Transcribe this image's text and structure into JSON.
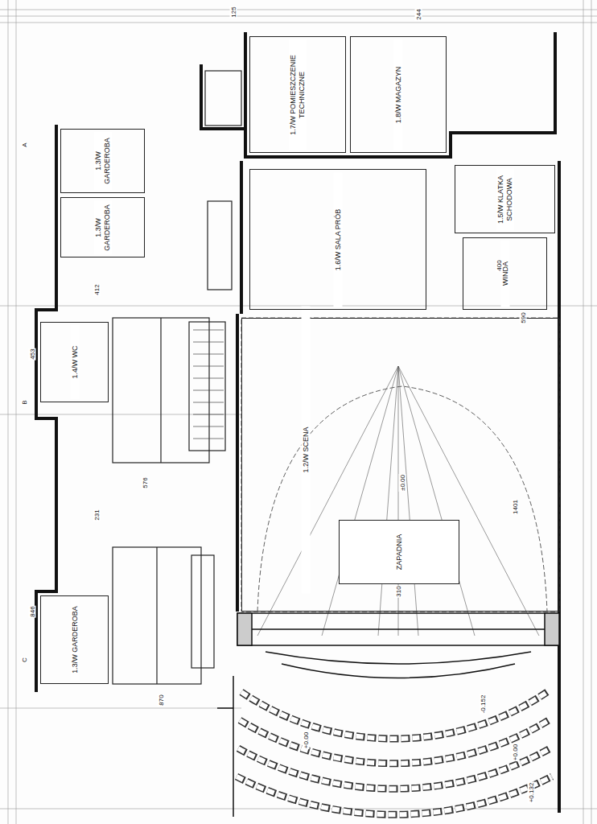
{
  "diagram": {
    "nodes": [
      {
        "text": [
          "1.7/W POMIESZCZENIE TECHNICZNE"
        ]
      },
      {
        "text": [
          "1.8/W MAGAZYN"
        ]
      },
      {
        "text": [
          "1.2/W SCENA"
        ]
      },
      {
        "text": [
          "ZAPADNIA"
        ],
        "in": 2
      },
      {
        "text": [
          "1.6/W SALA PRÓB"
        ]
      },
      {
        "text": [
          "1.5/W KLATKA SCHODOWA"
        ]
      },
      {
        "text": [
          "WINDA"
        ]
      },
      {
        "text": [
          "1.3/W GARDEROBA"
        ]
      },
      {
        "text": [
          "1.3/W GARDEROBA"
        ]
      },
      {
        "text": [
          "1.4/W WC"
        ]
      },
      {
        "text": [
          "1.3/W GARDEROBA"
        ]
      }
    ],
    "labels": [
      "+0.00",
      "+0.00",
      "+0.132",
      "-0.152",
      "±0.00",
      "125",
      "244",
      "400",
      "310",
      "590",
      "1401",
      "453",
      "846",
      "231",
      "576",
      "412",
      "870",
      "A",
      "B",
      "C"
    ]
  }
}
